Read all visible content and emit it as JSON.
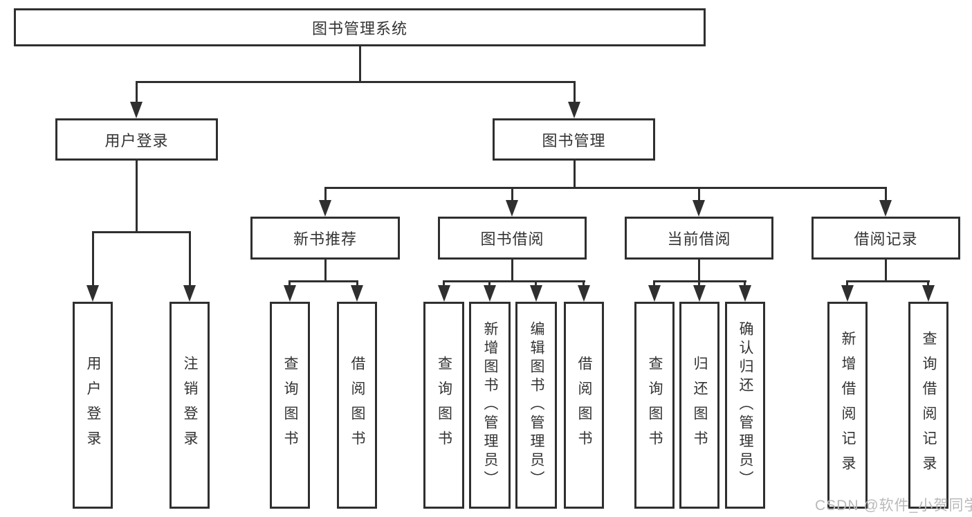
{
  "diagram": {
    "root": {
      "label": "图书管理系统"
    },
    "level2": [
      {
        "label": "用户登录"
      },
      {
        "label": "图书管理"
      }
    ],
    "level3": [
      {
        "label": "新书推荐",
        "parent": "图书管理"
      },
      {
        "label": "图书借阅",
        "parent": "图书管理"
      },
      {
        "label": "当前借阅",
        "parent": "图书管理"
      },
      {
        "label": "借阅记录",
        "parent": "图书管理"
      }
    ],
    "leaves": [
      {
        "label": "用户登录",
        "parent": "用户登录"
      },
      {
        "label": "注销登录",
        "parent": "用户登录"
      },
      {
        "label": "查询图书",
        "parent": "新书推荐"
      },
      {
        "label": "借阅图书",
        "parent": "新书推荐"
      },
      {
        "label": "查询图书",
        "parent": "图书借阅"
      },
      {
        "label": "新增图书（管理员）",
        "parent": "图书借阅"
      },
      {
        "label": "编辑图书（管理员）",
        "parent": "图书借阅"
      },
      {
        "label": "借阅图书",
        "parent": "图书借阅"
      },
      {
        "label": "查询图书",
        "parent": "当前借阅"
      },
      {
        "label": "归还图书",
        "parent": "当前借阅"
      },
      {
        "label": "确认归还（管理员）",
        "parent": "当前借阅"
      },
      {
        "label": "新增借阅记录",
        "parent": "借阅记录"
      },
      {
        "label": "查询借阅记录",
        "parent": "借阅记录"
      }
    ],
    "watermark": "CSDN @软件_小贺同学",
    "colors": {
      "line": "#2f2f2f",
      "text": "#333333",
      "background": "#ffffff",
      "watermark": "#b9b9b9"
    }
  }
}
